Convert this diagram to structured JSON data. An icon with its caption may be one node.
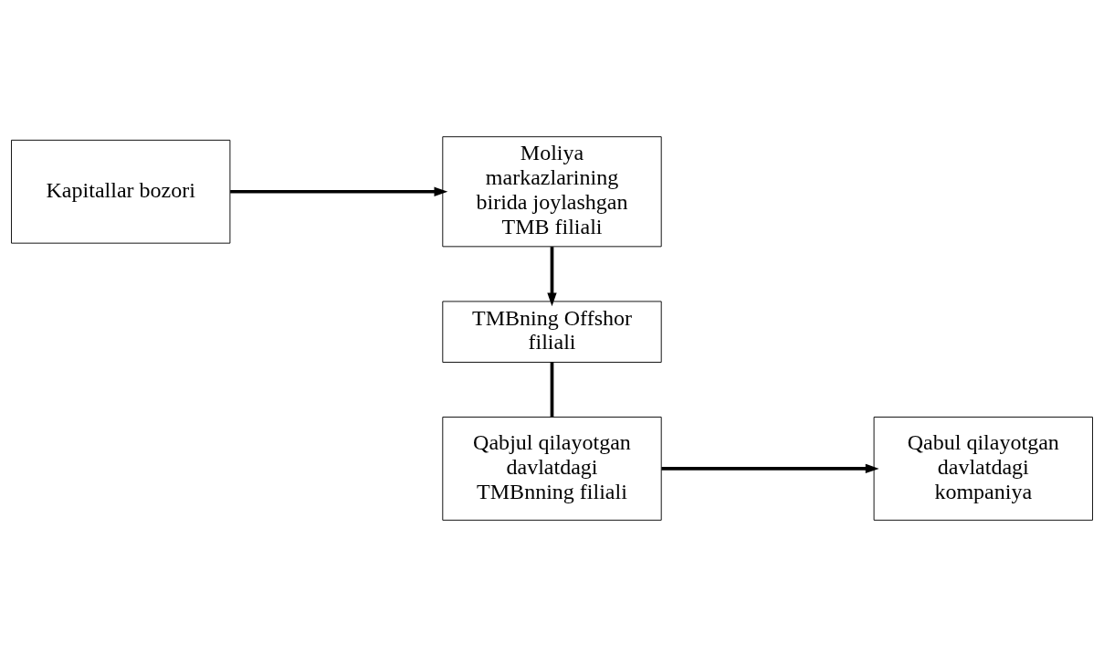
{
  "diagram": {
    "nodes": [
      {
        "text": [
          "Kapitallar bozori"
        ]
      },
      {
        "text": [
          "Moliya markazlarining birida joylashgan TMB filiali"
        ]
      },
      {
        "text": [
          "TMBning Offshor filiali"
        ]
      },
      {
        "text": [
          "Qabul qilayotgan davlatdagi kompaniya"
        ]
      },
      {
        "text": [
          "Qabjul qilayotgan davlatdagi TMBnning filiali"
        ]
      }
    ],
    "edges": [
      {
        "from": 0,
        "to": 1,
        "arrow": "to"
      },
      {
        "from": 1,
        "to": 2,
        "arrow": "to"
      },
      {
        "from": 2,
        "to": 4,
        "arrow": "none"
      },
      {
        "from": 4,
        "to": 3,
        "arrow": "to"
      }
    ]
  }
}
